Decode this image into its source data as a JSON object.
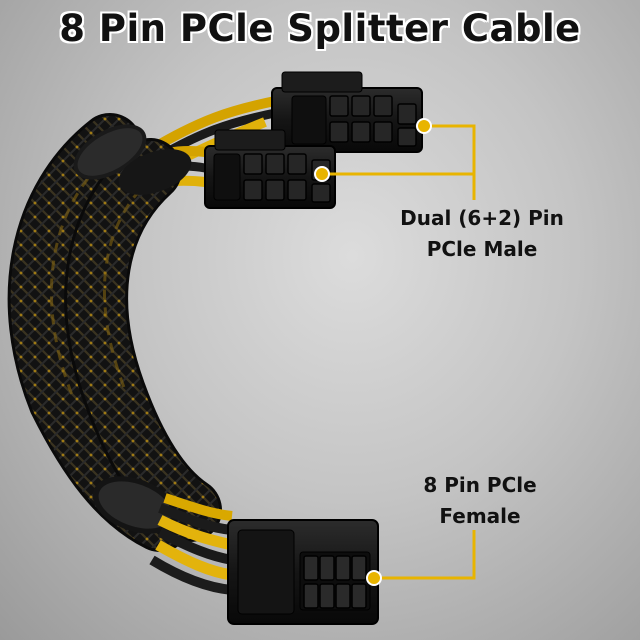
{
  "title": "8 Pin PCle Splitter Cable",
  "callouts": {
    "male": {
      "line1": "Dual (6+2) Pin",
      "line2": "PCle Male"
    },
    "female": {
      "line1": "8 Pin PCle",
      "line2": "Female"
    }
  },
  "colors": {
    "callout_line": "#e8b400",
    "connector_body": "#141414",
    "wire_yellow": "#d9a800",
    "sleeve_black": "#101010"
  },
  "icons": {
    "callout_dot": "circle-dot"
  }
}
